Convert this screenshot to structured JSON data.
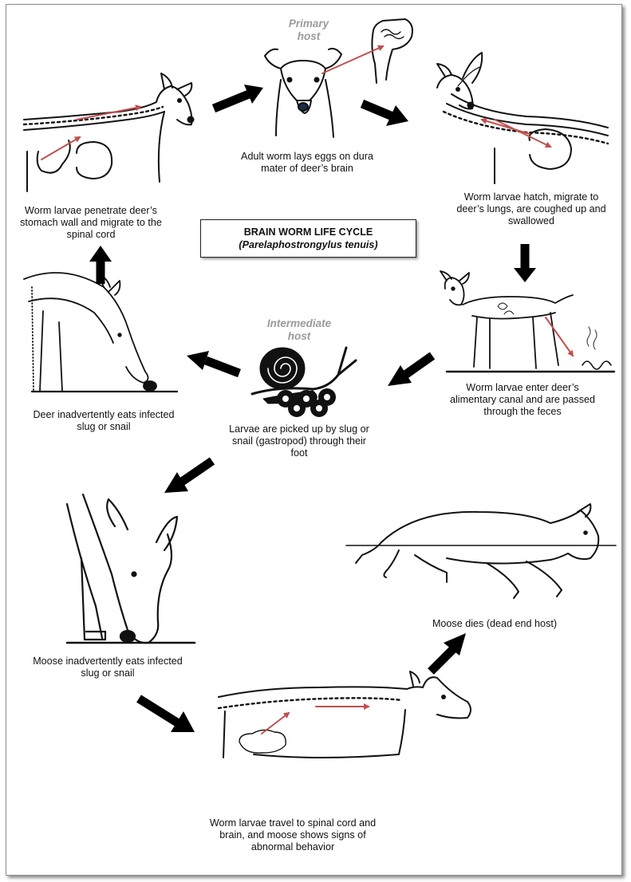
{
  "title": "BRAIN WORM LIFE CYCLE",
  "subtitle": "(Parelaphostrongylus tenuis)",
  "hosts": {
    "primary": "Primary host",
    "intermediate": "Intermediate host"
  },
  "steps": [
    "Adult worm lays eggs on dura mater of deer’s brain",
    "Worm larvae hatch, migrate to deer’s lungs, are coughed up and swallowed",
    "Worm larvae enter deer’s alimentary canal and are passed through the feces",
    "Larvae are picked up by slug or snail (gastropod) through their foot",
    "Deer inadvertently eats infected slug or snail",
    "Worm larvae penetrate deer’s stomach wall and migrate to the spinal cord",
    "Moose inadvertently eats infected slug or snail",
    "Worm larvae travel to spinal cord and brain, and moose shows signs of abnormal behavior",
    "Moose dies (dead end host)"
  ],
  "colors": {
    "migration_arrow": "#c0504d",
    "cycle_arrow": "#000000",
    "host_label": "#9a9a9a"
  }
}
